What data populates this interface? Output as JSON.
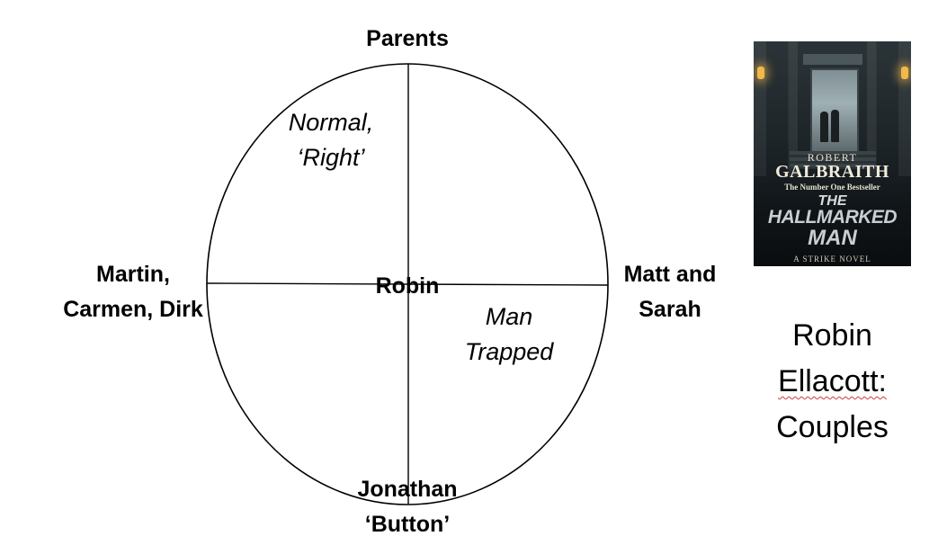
{
  "diagram": {
    "top_label": "Parents",
    "left_label": [
      "Martin,",
      "Carmen, Dirk"
    ],
    "right_label": [
      "Matt and",
      "Sarah"
    ],
    "bottom_label": [
      "Jonathan",
      "‘Button’"
    ],
    "center_label": "Robin",
    "quadrant_top_left": [
      "Normal,",
      "‘Right’"
    ],
    "quadrant_bottom_right": [
      "Man",
      "Trapped"
    ]
  },
  "book_cover": {
    "author_first": "ROBERT",
    "author_last": "GALBRAITH",
    "tagline": "The Number One Bestseller",
    "title_the": "THE",
    "title_line1": "HALLMARKED",
    "title_line2": "MAN",
    "series": "A STRIKE NOVEL"
  },
  "caption": {
    "line1": "Robin",
    "line2": "Ellacott:",
    "line3": "Couples"
  }
}
